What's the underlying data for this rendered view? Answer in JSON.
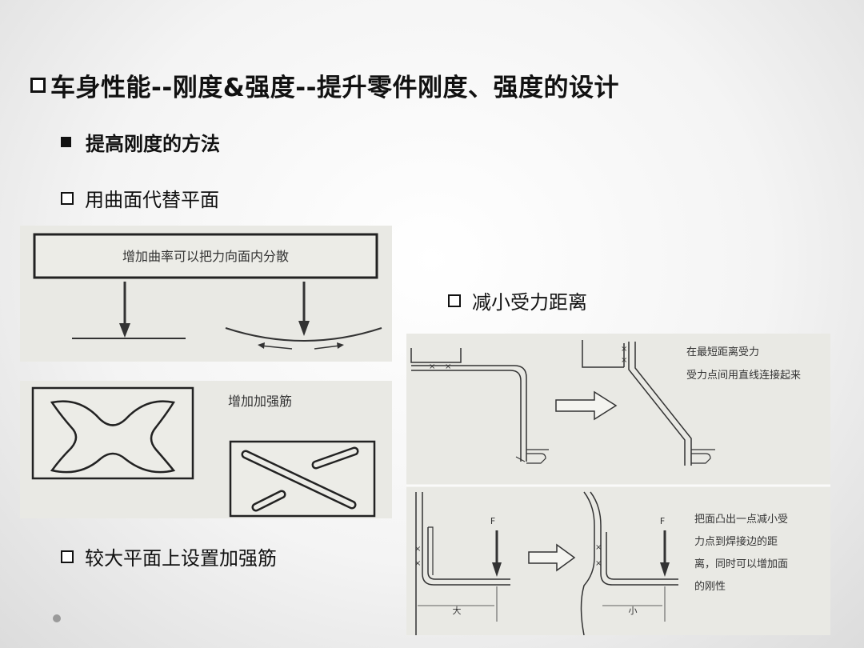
{
  "title": "车身性能--刚度&强度--提升零件刚度、强度的设计",
  "bullets": {
    "main": "提高刚度的方法",
    "curved": "用曲面代替平面",
    "ribs": "较大平面上设置加强筋",
    "reduce": "减小受力距离"
  },
  "figure_curvature": {
    "caption": "增加曲率可以把力向面内分散"
  },
  "figure_ribs": {
    "caption": "增加加强筋"
  },
  "figure_distance": {
    "top_note_line1": "在最短距离受力",
    "top_note_line2": "受力点间用直线连接起来",
    "bottom_note_line1": "把面凸出一点减小受",
    "bottom_note_line2": "力点到焊接边的距",
    "bottom_note_line3": "离，同时可以增加面",
    "bottom_note_line4": "的刚性",
    "force_label": "F",
    "large_label": "大",
    "small_label": "小"
  },
  "colors": {
    "panel_bg": "#e9e9e4",
    "ink": "#333333"
  }
}
